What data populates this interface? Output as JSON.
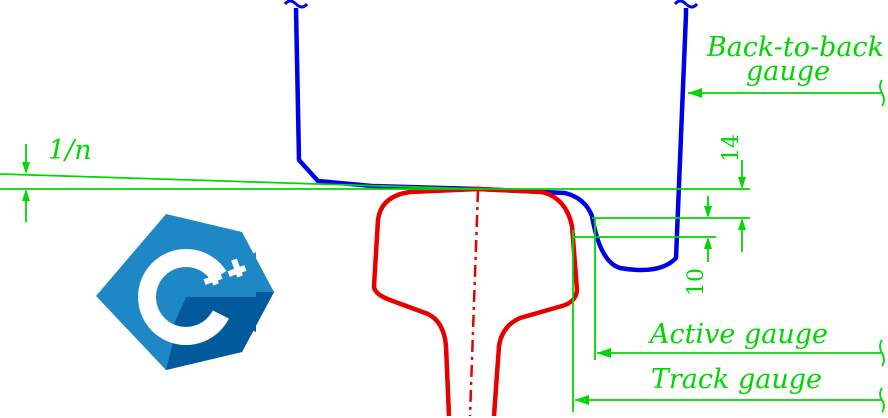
{
  "labels": {
    "back_to_back_line1": "Back-to-back",
    "back_to_back_line2": "gauge",
    "inclination": "1/n",
    "dim_14": "14",
    "dim_10": "10",
    "active_gauge": "Active gauge",
    "track_gauge": "Track gauge"
  },
  "logo": {
    "name": "C++ logo",
    "text": "C++",
    "colors": {
      "light": "#1e88c7",
      "dark": "#005a9c",
      "white": "#ffffff"
    }
  },
  "colors": {
    "wheel": "#0000e6",
    "rail": "#e60000",
    "dimension": "#00d700",
    "background": "#ffffff"
  }
}
